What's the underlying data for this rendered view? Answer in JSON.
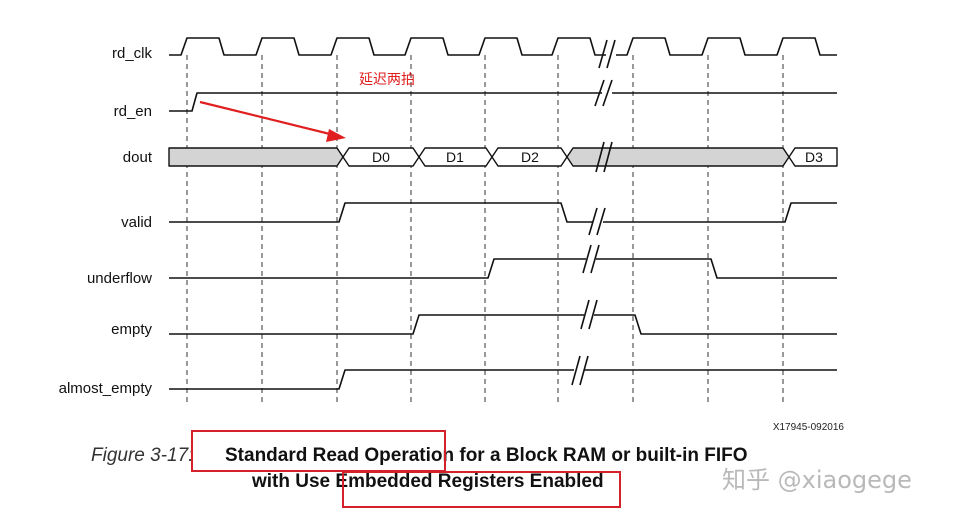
{
  "signals": [
    {
      "id": "rd_clk",
      "label": "rd_clk"
    },
    {
      "id": "rd_en",
      "label": "rd_en"
    },
    {
      "id": "dout",
      "label": "dout"
    },
    {
      "id": "valid",
      "label": "valid"
    },
    {
      "id": "underflow",
      "label": "underflow"
    },
    {
      "id": "empty",
      "label": "empty"
    },
    {
      "id": "almost_empty",
      "label": "almost_empty"
    }
  ],
  "dout_values": [
    "D0",
    "D1",
    "D2",
    "D3"
  ],
  "annotation": {
    "text": "延迟两拍",
    "color": "#e02020"
  },
  "doc_id": "X17945-092016",
  "caption": {
    "label": "Figure 3-17:",
    "line1": "Standard Read Operation for a Block RAM or built-in FIFO",
    "line2": "with Use Embedded Registers Enabled"
  },
  "watermark": "知乎 @xiaogege",
  "colors": {
    "bus_fill": "#d4d4d4",
    "highlight": "#d4212a",
    "arrow": "#e02020"
  }
}
